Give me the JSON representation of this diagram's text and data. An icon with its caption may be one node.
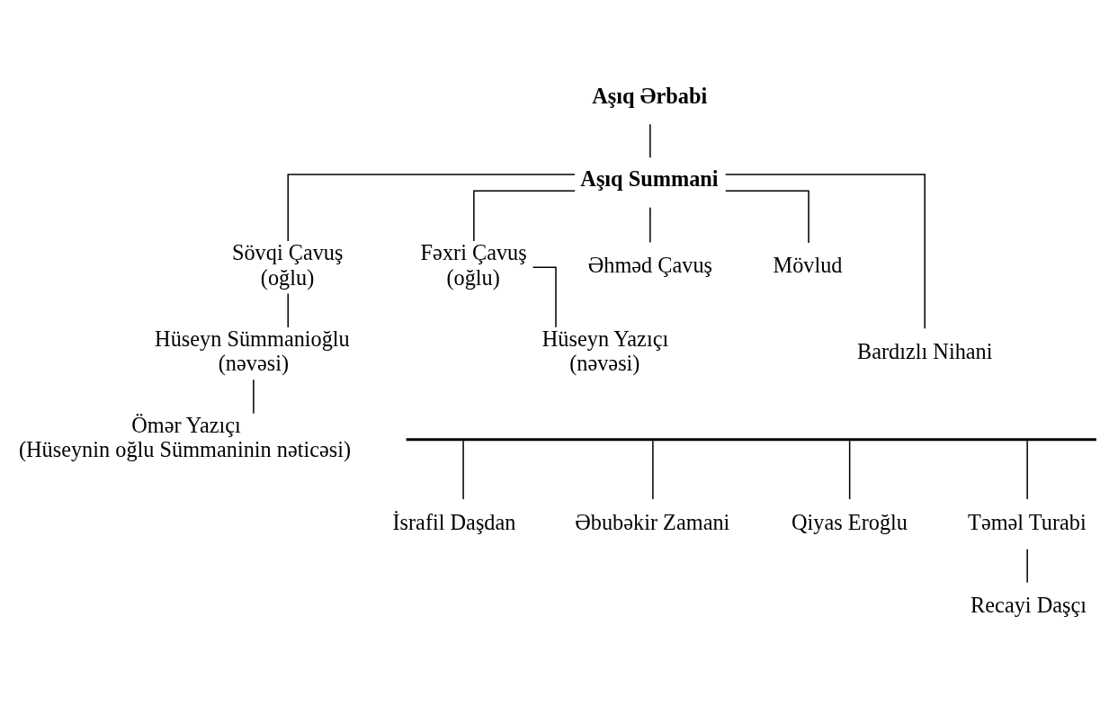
{
  "diagram": {
    "nodes": [
      {
        "text": [
          "Aşıq Ərbabi"
        ]
      },
      {
        "text": [
          "Aşıq Summani"
        ]
      },
      {
        "text": [
          "Sövqi Çavuş",
          "(oğlu)"
        ]
      },
      {
        "text": [
          "Fəxri Çavuş",
          "(oğlu)"
        ]
      },
      {
        "text": [
          "Əhməd Çavuş"
        ]
      },
      {
        "text": [
          "Mövlud"
        ]
      },
      {
        "text": [
          "Bardızlı Nihani"
        ]
      },
      {
        "text": [
          "Hüseyn Sümmanioğlu",
          "(nəvəsi)"
        ]
      },
      {
        "text": [
          "Hüseyn Yazıçı",
          "(nəvəsi)"
        ]
      },
      {
        "text": [
          "Ömər Yazıçı",
          "(Hüseynin oğlu Sümmaninin nəticəsi)"
        ]
      },
      {
        "text": [
          "İsrafil Daşdan"
        ]
      },
      {
        "text": [
          "Əbubəkir Zamani"
        ]
      },
      {
        "text": [
          "Qiyas Eroğlu"
        ]
      },
      {
        "text": [
          "Təməl Turabi"
        ]
      },
      {
        "text": [
          "Recayi Daşçı"
        ]
      },
      {
        "text": [],
        "shape": "bar"
      }
    ],
    "edges": [
      {
        "from": 0,
        "to": 1,
        "arrow": "none"
      },
      {
        "from": 1,
        "to": 2,
        "arrow": "none"
      },
      {
        "from": 1,
        "to": 3,
        "arrow": "none"
      },
      {
        "from": 1,
        "to": 4,
        "arrow": "none"
      },
      {
        "from": 1,
        "to": 6,
        "arrow": "none"
      },
      {
        "from": 1,
        "to": 5,
        "arrow": "none"
      },
      {
        "from": 2,
        "to": 7,
        "arrow": "none"
      },
      {
        "from": 7,
        "to": 9,
        "arrow": "none"
      },
      {
        "from": 3,
        "to": 8,
        "arrow": "none"
      },
      {
        "from": 15,
        "to": 10,
        "arrow": "none"
      },
      {
        "from": 15,
        "to": 13,
        "arrow": "none"
      },
      {
        "from": 15,
        "to": 11,
        "arrow": "none"
      },
      {
        "from": 15,
        "to": 12,
        "arrow": "none"
      },
      {
        "from": 13,
        "to": 14,
        "arrow": "none"
      }
    ]
  }
}
